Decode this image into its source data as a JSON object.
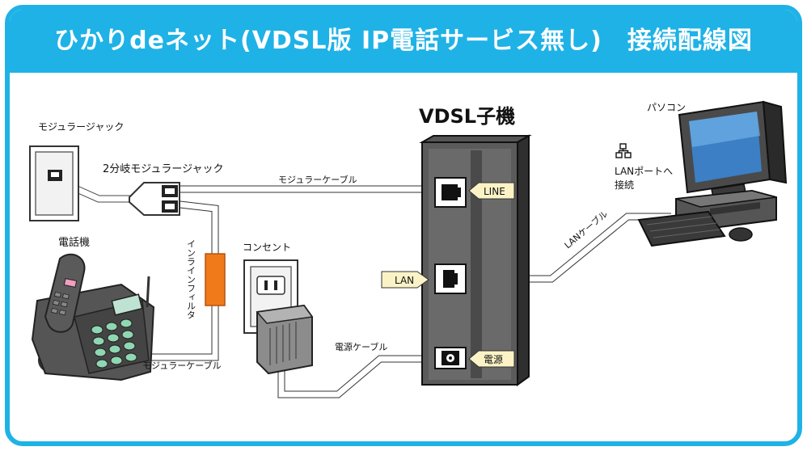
{
  "title": "ひかりdeネット(VDSL版 IP電話サービス無し)　接続配線図",
  "device": {
    "name": "VDSL子機",
    "ports": {
      "line": "LINE",
      "lan": "LAN",
      "power": "電源"
    }
  },
  "labels": {
    "modular_jack": "モジュラージャック",
    "splitter": "2分岐モジュラージャック",
    "modular_cable_top": "モジュラーケーブル",
    "modular_cable_bottom": "モジュラーケーブル",
    "phone": "電話機",
    "inline_filter": "インラインフィルタ",
    "outlet": "コンセント",
    "power_cable": "電源ケーブル",
    "pc": "パソコン",
    "lan_port_line1": "LANポートへ",
    "lan_port_line2": "接続",
    "lan_cable": "LANケーブル"
  },
  "colors": {
    "frame": "#1fb2e6",
    "label_bg": "#fbf3c6",
    "filter": "#f07a1a"
  },
  "icons": [
    "network-icon"
  ]
}
